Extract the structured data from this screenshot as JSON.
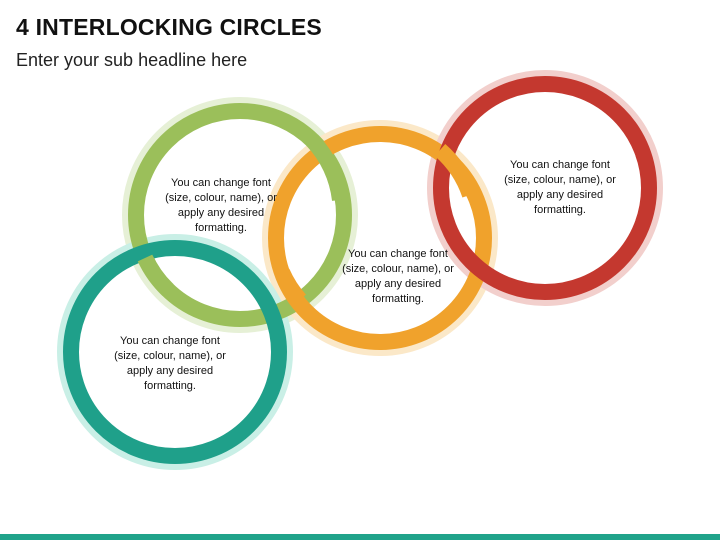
{
  "header": {
    "title": "4 INTERLOCKING CIRCLES",
    "subtitle": "Enter your sub headline here"
  },
  "colors": {
    "green": "#9bbf5a",
    "green_glow": "#e6f0d6",
    "teal": "#1fa08a",
    "teal_glow": "#c9efe6",
    "orange": "#f0a22c",
    "orange_glow": "#fbe8c8",
    "red": "#c4382f",
    "red_glow": "#f2cfcc",
    "footer_bar": "#20a38a"
  },
  "circles": [
    {
      "id": "green",
      "lines": [
        "You can change font",
        "(size, colour, name), or",
        "apply any desired",
        "formatting."
      ]
    },
    {
      "id": "orange",
      "lines": [
        "You can change font",
        "(size, colour, name), or",
        "apply any desired",
        "formatting."
      ]
    },
    {
      "id": "red",
      "lines": [
        "You can change font",
        "(size, colour, name), or",
        "apply any desired",
        "formatting."
      ]
    },
    {
      "id": "teal",
      "lines": [
        "You can change font",
        "(size, colour, name), or",
        "apply any desired",
        "formatting."
      ]
    }
  ]
}
